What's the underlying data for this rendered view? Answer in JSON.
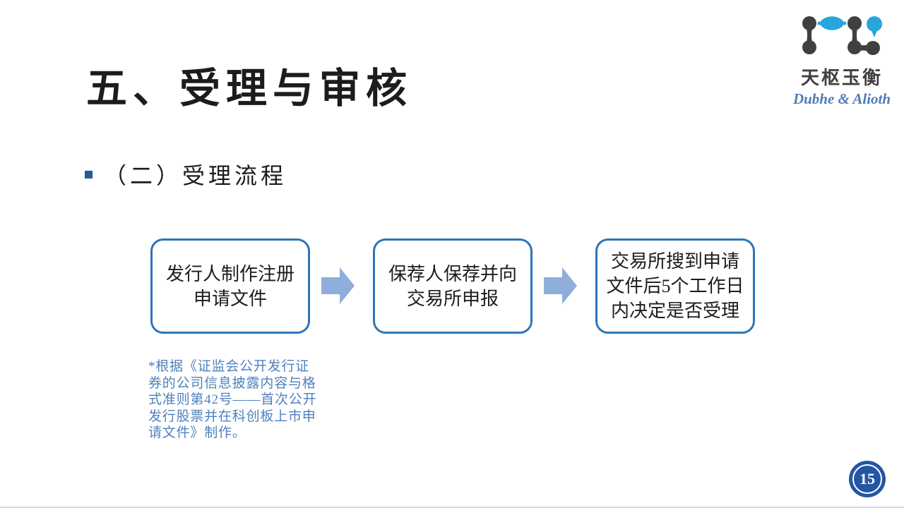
{
  "slide": {
    "title": "五、受理与审核",
    "section_bullet": "（二）受理流程",
    "flow_steps": [
      "发行人制作注册\n申请文件",
      "保荐人保荐并向\n交易所申报",
      "交易所搜到申请\n文件后5个工作日\n内决定是否受理"
    ],
    "footnote": "*根据《证监会公开发行证\n券的公司信息披露内容与格\n式准则第42号——首次公开\n发行股票并在科创板上市申\n请文件》制作。",
    "logo": {
      "name_cn": "天枢玉衡",
      "name_en": "Dubhe & Alioth"
    },
    "page_number": "15",
    "colors": {
      "box_border": "#2E75B6",
      "arrow_fill": "#8FAEDC",
      "footnote_text": "#4F81BD",
      "bullet_square": "#1F5C99",
      "page_circle": "#2456A4",
      "logo_dark": "#404040",
      "logo_cyan": "#27A5DC",
      "logo_en_text": "#4E7CB8"
    }
  }
}
